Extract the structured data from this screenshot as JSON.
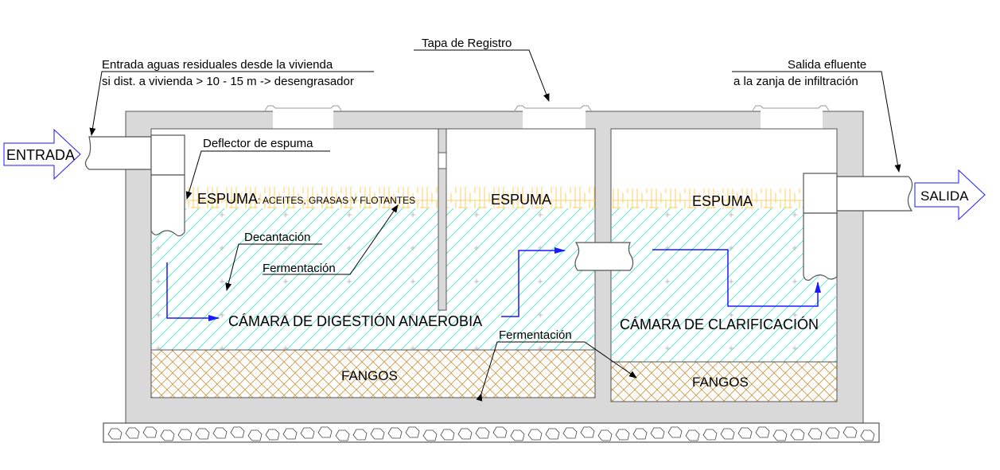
{
  "labels": {
    "tapa": "Tapa de Registro",
    "entrada_line1": "Entrada aguas residuales desde la vivienda",
    "entrada_line2": "si dist. a vivienda > 10 - 15 m -> desengrasador",
    "salida_line1": "Salida efluente",
    "salida_line2": "a la zanja de infiltración",
    "entrada_arrow": "ENTRADA",
    "salida_arrow": "SALIDA",
    "deflector": "Deflector de espuma",
    "espuma_main": "ESPUMA",
    "espuma_detail": ": ACEITES, GRASAS Y FLOTANTES",
    "espuma_mid": "ESPUMA",
    "espuma_right": "ESPUMA",
    "decantacion": "Decantación",
    "fermentacion_1": "Fermentación",
    "fermentacion_2": "Fermentación",
    "camara_digestion": "CÁMARA DE DIGESTIÓN ANAEROBIA",
    "camara_clarificacion": "CÁMARA DE CLARIFICACIÓN",
    "fangos_left": "FANGOS",
    "fangos_right": "FANGOS"
  },
  "colors": {
    "flow": "#1a1aff",
    "water_hatch": "#5ee8d2",
    "sludge_hatch": "#c99a4a",
    "scum_grid": "#ffcf66",
    "concrete": "#d9d9d9"
  }
}
